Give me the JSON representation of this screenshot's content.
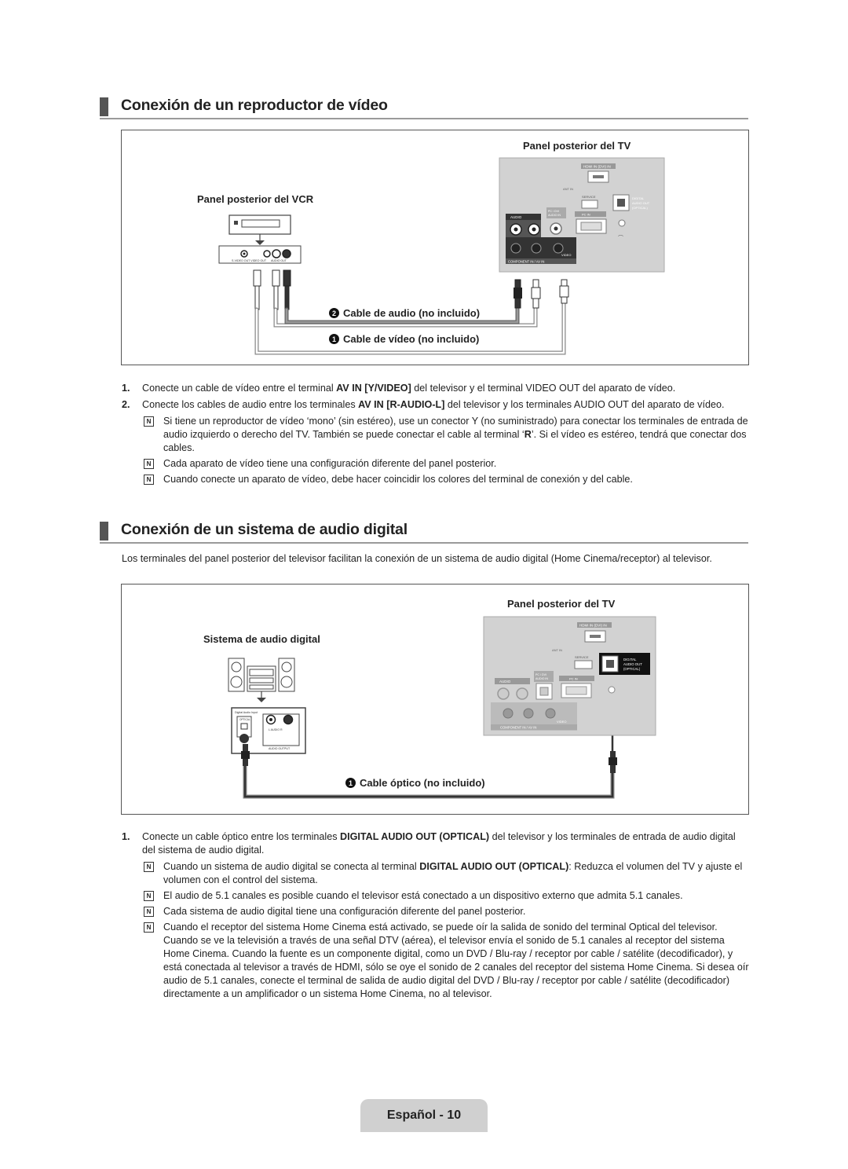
{
  "section1": {
    "title": "Conexión de un reproductor de vídeo",
    "tv_label": "Panel posterior del TV",
    "vcr_label": "Panel posterior del VCR",
    "cable2_label": "Cable de audio (no incluido)",
    "cable1_label": "Cable de vídeo (no incluido)",
    "cable2_num": "2",
    "cable1_num": "1",
    "steps": [
      {
        "n": "1.",
        "pre": "Conecte un cable de vídeo entre el terminal ",
        "bold": "AV IN [Y/VIDEO]",
        "post": " del televisor y el terminal VIDEO OUT del aparato de vídeo."
      },
      {
        "n": "2.",
        "pre": "Conecte los cables de audio entre los terminales ",
        "bold": "AV IN [R-AUDIO-L]",
        "post": " del televisor y los terminales AUDIO OUT del aparato de vídeo."
      }
    ],
    "notes": [
      {
        "pre": "Si tiene un reproductor de vídeo ‘mono’ (sin estéreo), use un conector Y (no suministrado) para conectar los terminales de entrada de audio izquierdo o derecho del TV. También se puede conectar el cable al terminal ‘",
        "bold": "R",
        "post": "’. Si el vídeo es estéreo, tendrá que conectar dos cables."
      },
      {
        "pre": "Cada aparato de vídeo tiene una configuración diferente del panel posterior.",
        "bold": "",
        "post": ""
      },
      {
        "pre": "Cuando conecte un aparato de vídeo, debe hacer coincidir los colores del terminal de conexión y del cable.",
        "bold": "",
        "post": ""
      }
    ]
  },
  "section2": {
    "title": "Conexión de un sistema de audio digital",
    "intro": "Los terminales del panel posterior del televisor facilitan la conexión de un sistema de audio digital (Home Cinema/receptor) al televisor.",
    "tv_label": "Panel posterior del TV",
    "system_label": "Sistema de audio digital",
    "cable1_label": "Cable óptico (no incluido)",
    "cable1_num": "1",
    "steps": [
      {
        "n": "1.",
        "pre": "Conecte un cable óptico entre los terminales ",
        "bold": "DIGITAL AUDIO OUT (OPTICAL)",
        "post": " del televisor y los terminales de entrada de audio digital del sistema de audio digital."
      }
    ],
    "notes": [
      {
        "pre": "Cuando un sistema de audio digital se conecta al terminal ",
        "bold": "DIGITAL AUDIO OUT (OPTICAL)",
        "post": ": Reduzca el volumen del TV y ajuste el volumen con el control del sistema."
      },
      {
        "pre": "El audio de 5.1 canales es posible cuando el televisor está conectado a un dispositivo externo que admita 5.1 canales.",
        "bold": "",
        "post": ""
      },
      {
        "pre": "Cada sistema de audio digital tiene una configuración diferente del panel posterior.",
        "bold": "",
        "post": ""
      },
      {
        "pre": "Cuando el receptor del sistema Home Cinema está activado, se puede oír la salida de sonido del terminal Optical del televisor. Cuando se ve la televisión a través de una señal DTV (aérea), el televisor envía el sonido de 5.1 canales al receptor del sistema Home Cinema. Cuando la fuente es un componente digital, como un DVD / Blu-ray / receptor por cable / satélite (decodificador), y está conectada al televisor a través de HDMI, sólo se oye el sonido de 2 canales del receptor del sistema Home Cinema. Si desea oír audio de 5.1 canales, conecte el terminal de salida de audio digital del DVD / Blu-ray / receptor por cable / satélite (decodificador) directamente a un amplificador o un sistema Home Cinema, no al televisor.",
        "bold": "",
        "post": ""
      }
    ]
  },
  "panel_text": {
    "hdmi": "HDMI IN (DVI) IN",
    "service": "SERVICE",
    "audio": "AUDIO",
    "pc_dvi": "PC / DVI AUDIO IN",
    "pc_in": "PC IN",
    "component": "COMPONENT IN / AV IN",
    "digital_audio_out": "DIGITAL AUDIO OUT (OPTICAL)",
    "video": "VIDEO",
    "digital_audio_input": "Digital Audio Input",
    "optical": "OPTICAL",
    "audio_lr": "L  AUDIO  R",
    "audio_output": "AUDIO OUTPUT"
  },
  "note_icon": "N",
  "footer": {
    "page_label": "Español - 10"
  }
}
